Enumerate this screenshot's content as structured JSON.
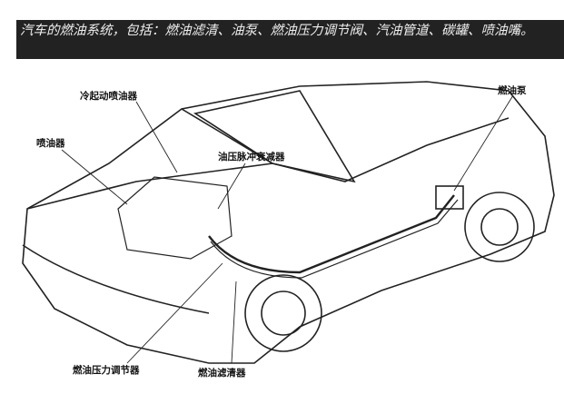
{
  "caption": "汽车的燃油系统，包括：燃油滤清、油泵、燃油压力调节阀、汽油管道、碳罐、喷油嘴。",
  "labels": {
    "cold_start_injector": "冷起动喷油器",
    "injector": "喷油器",
    "pulse_damper": "油压脉冲衰减器",
    "fuel_pump": "燃油泵",
    "pressure_regulator": "燃油压力调节器",
    "fuel_filter": "燃油滤清器"
  }
}
